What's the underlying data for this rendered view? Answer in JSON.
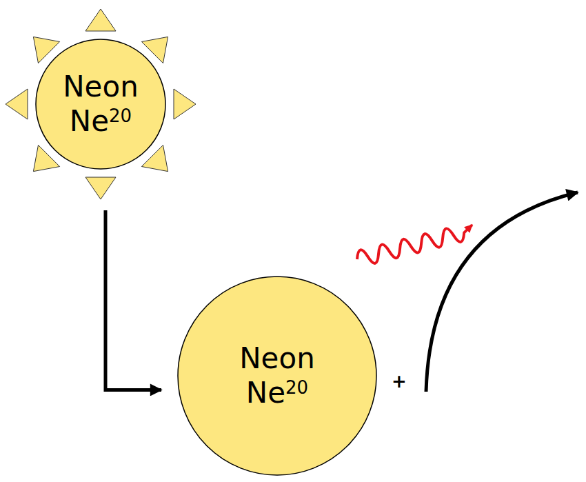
{
  "diagram": {
    "nodes": [
      {
        "text": [
          "Neon",
          "Ne",
          "20"
        ]
      },
      {
        "text": [
          "Neon",
          "Ne",
          "20"
        ]
      }
    ],
    "edges": [
      {
        "from": 0,
        "to": 1,
        "arrow": "to"
      }
    ],
    "labels": [
      "+"
    ]
  }
}
